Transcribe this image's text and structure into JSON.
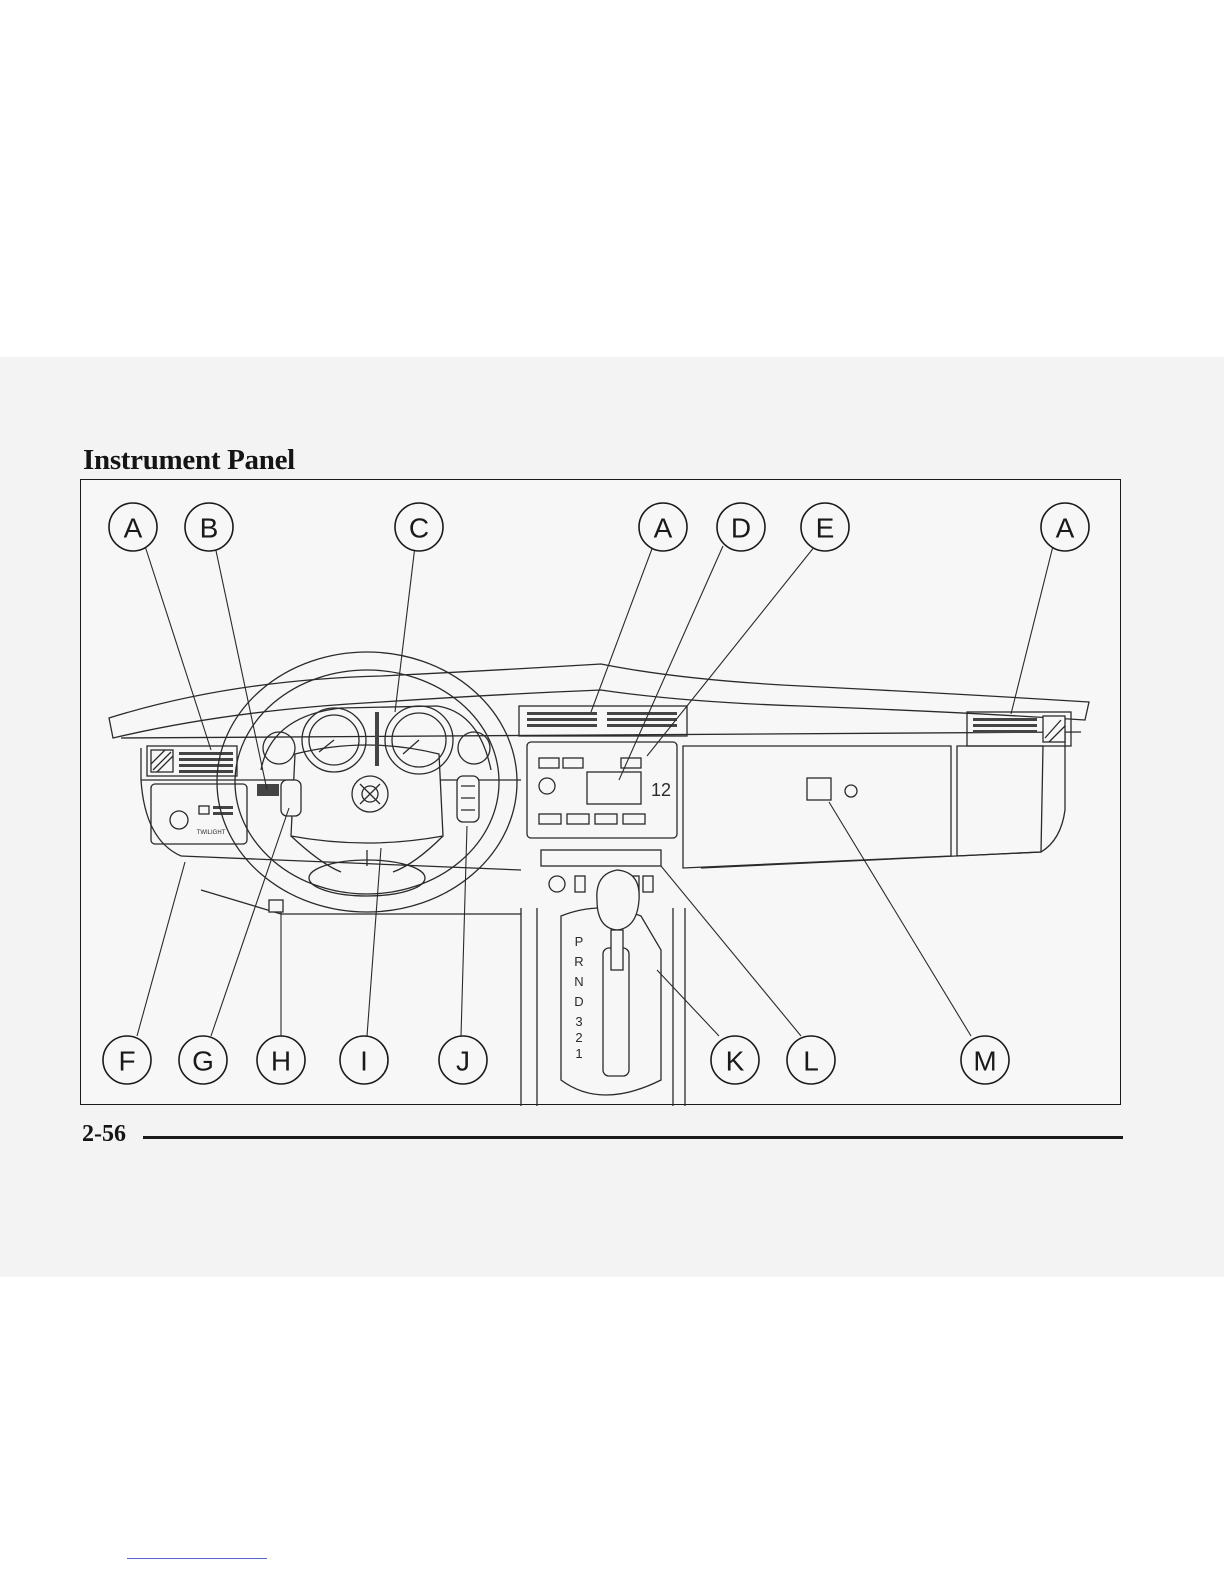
{
  "page": {
    "title": "Instrument Panel",
    "page_number": "2-56"
  },
  "figure": {
    "top_callouts": [
      "A",
      "B",
      "C",
      "A",
      "D",
      "E",
      "A"
    ],
    "bottom_callouts": [
      "F",
      "G",
      "H",
      "I",
      "J",
      "K",
      "L",
      "M"
    ],
    "shift_positions": [
      "P",
      "R",
      "N",
      "D",
      "3",
      "2",
      "1"
    ],
    "radio_display": "12",
    "headlamp_switch_label": "TWILIGHT"
  }
}
